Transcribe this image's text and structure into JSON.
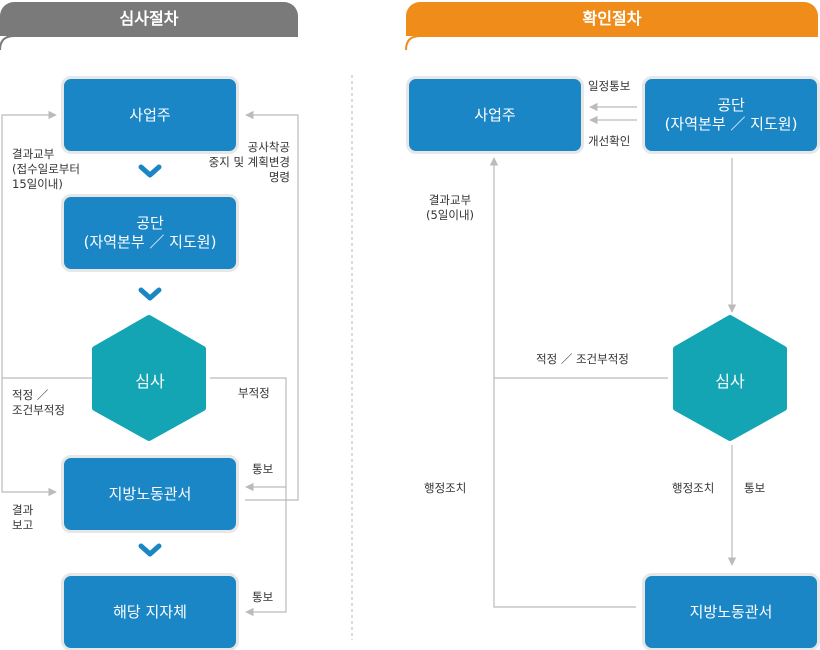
{
  "left": {
    "title": "심사절차",
    "box_owner": "사업주",
    "box_agency": "공단\n(자역본부 ／ 지도원)",
    "hex_review": "심사",
    "box_labor_office": "지방노동관서",
    "box_local_gov": "해당 지자체",
    "label_result_issue": "결과교부\n(접수일로부터\n15일이내)",
    "label_stop_order": "공사착공\n중지 및 계획변경\n명령",
    "label_appropriate": "적정 ／\n조건부적정",
    "label_inappropriate": "부적정",
    "label_notify_1": "통보",
    "label_result_report": "결과\n보고",
    "label_notify_2": "통보"
  },
  "right": {
    "title": "확인절차",
    "box_owner": "사업주",
    "box_agency": "공단\n(자역본부 ／ 지도원)",
    "label_schedule_notice": "일정통보",
    "label_reconfirm": "개선확인",
    "label_result_issue": "결과교부\n(5일이내)",
    "label_appropriate": "적정 ／ 조건부적정",
    "hex_review": "심사",
    "label_admin_action_left": "행정조치",
    "label_admin_action": "행정조치",
    "label_notify": "통보",
    "box_labor_office": "지방노동관서"
  },
  "colors": {
    "tab_left": "#7a7a7a",
    "tab_right": "#ef8c1a",
    "box_blue": "#1a86c6",
    "hex_teal": "#14a5b5",
    "arrow_gray": "#bbbbbb",
    "chevron_blue": "#1a86c6"
  }
}
